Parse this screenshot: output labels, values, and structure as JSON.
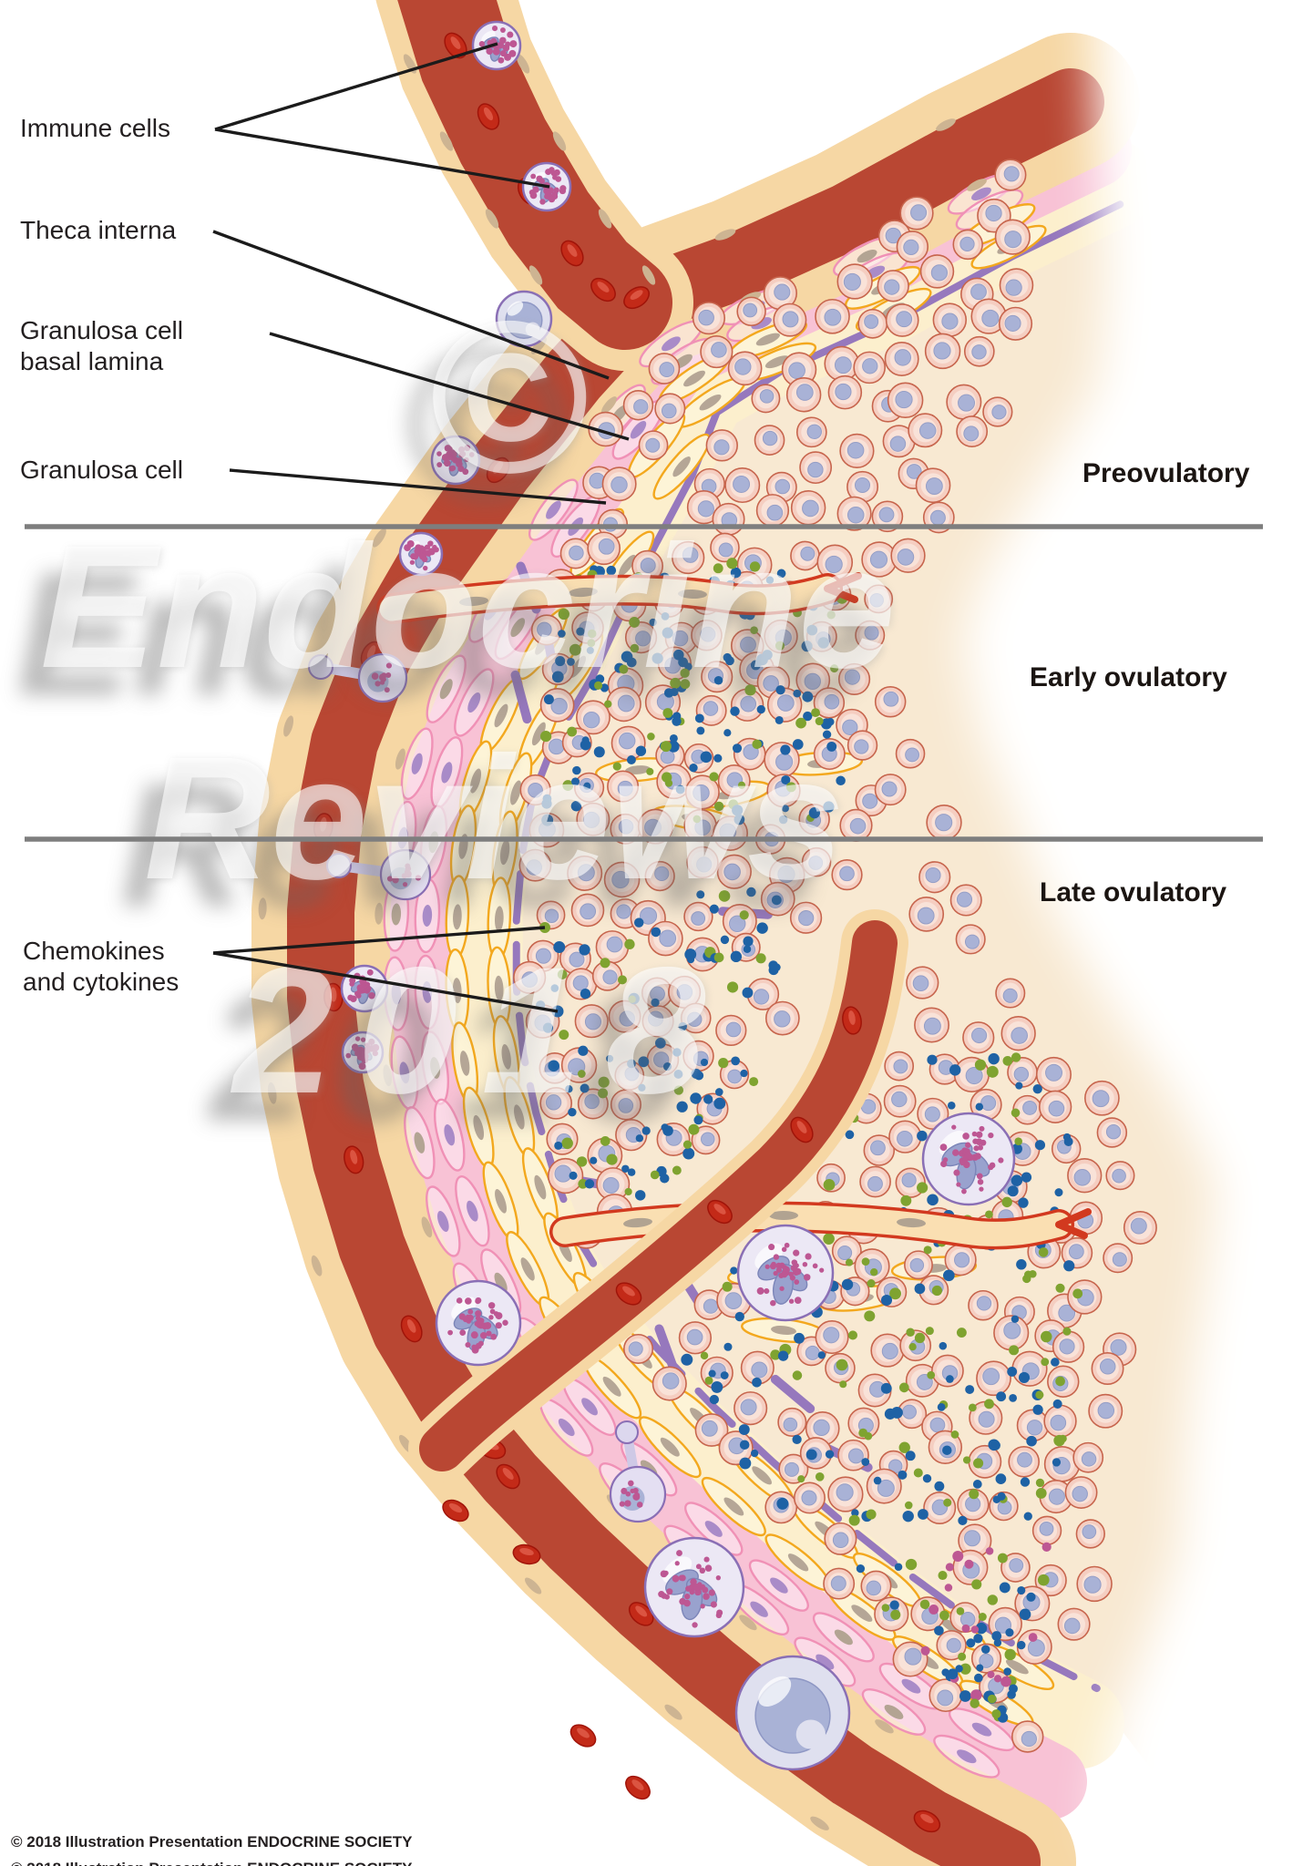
{
  "labels": {
    "immune_cells": "Immune cells",
    "theca_interna": "Theca interna",
    "granulosa_basal_lamina_line1": "Granulosa cell",
    "granulosa_basal_lamina_line2": "basal lamina",
    "granulosa_cell": "Granulosa cell",
    "chemokines_line1": "Chemokines",
    "chemokines_line2": "and cytokines"
  },
  "stages": {
    "preovulatory": "Preovulatory",
    "early_ovulatory": "Early ovulatory",
    "late_ovulatory": "Late ovulatory"
  },
  "watermark": {
    "symbol": "©",
    "line1": "Endocrine",
    "line2": "Reviews",
    "line3": "2018"
  },
  "footer": {
    "copyright": "© 2018 Illustration Presentation ENDOCRINE SOCIETY"
  },
  "colors": {
    "vessel_red": "#b94733",
    "rbc_red": "#c32a18",
    "rbc_rim": "#a01409",
    "wall_cream": "#f6d7a4",
    "theca_pink": "#f8c2d5",
    "pink_spindle": "#f091b6",
    "theca_yellow_bg": "#fcefcd",
    "yellow_spindle": "#f3a81e",
    "basal_lamina_purple": "#9678bd",
    "interior_cream": "#f8e9d2",
    "granulosa_fill": "#f5cec1",
    "granulosa_border": "#c7654d",
    "nucleus_blue": "#a9b2d6",
    "immune_body": "#ece8f5",
    "immune_border": "#8a6fb5",
    "immune_nucleus": "#99a2ce",
    "chemokine_blue": "#1e62a5",
    "cytokine_green": "#7fa330",
    "granule_magenta": "#bd5793",
    "tan_nucleus": "#cdb492",
    "divider_gray": "#7e7e7e",
    "label_black": "#1b1b1b"
  }
}
